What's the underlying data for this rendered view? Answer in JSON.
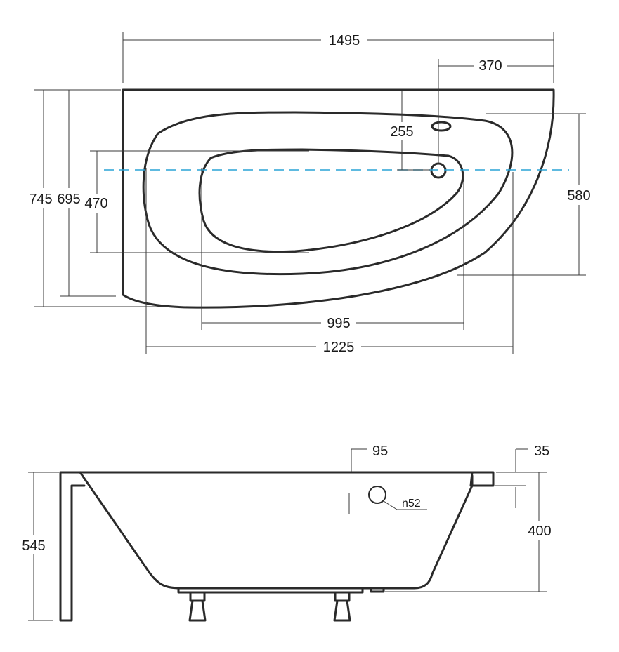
{
  "top_view": {
    "dim_total_length": "1495",
    "dim_drain_offset": "370",
    "dim_drain_from_rim": "255",
    "dim_total_width": "745",
    "dim_width_inner": "695",
    "dim_basin_width": "470",
    "dim_right_width": "580",
    "dim_basin_length": "995",
    "dim_inner_length": "1225",
    "centerline_color": "#29a3d6"
  },
  "side_view": {
    "dim_rim_to_overflow": "95",
    "dim_rim_thickness": "35",
    "dim_total_height": "545",
    "dim_depth": "400",
    "overflow_label": "n52"
  }
}
